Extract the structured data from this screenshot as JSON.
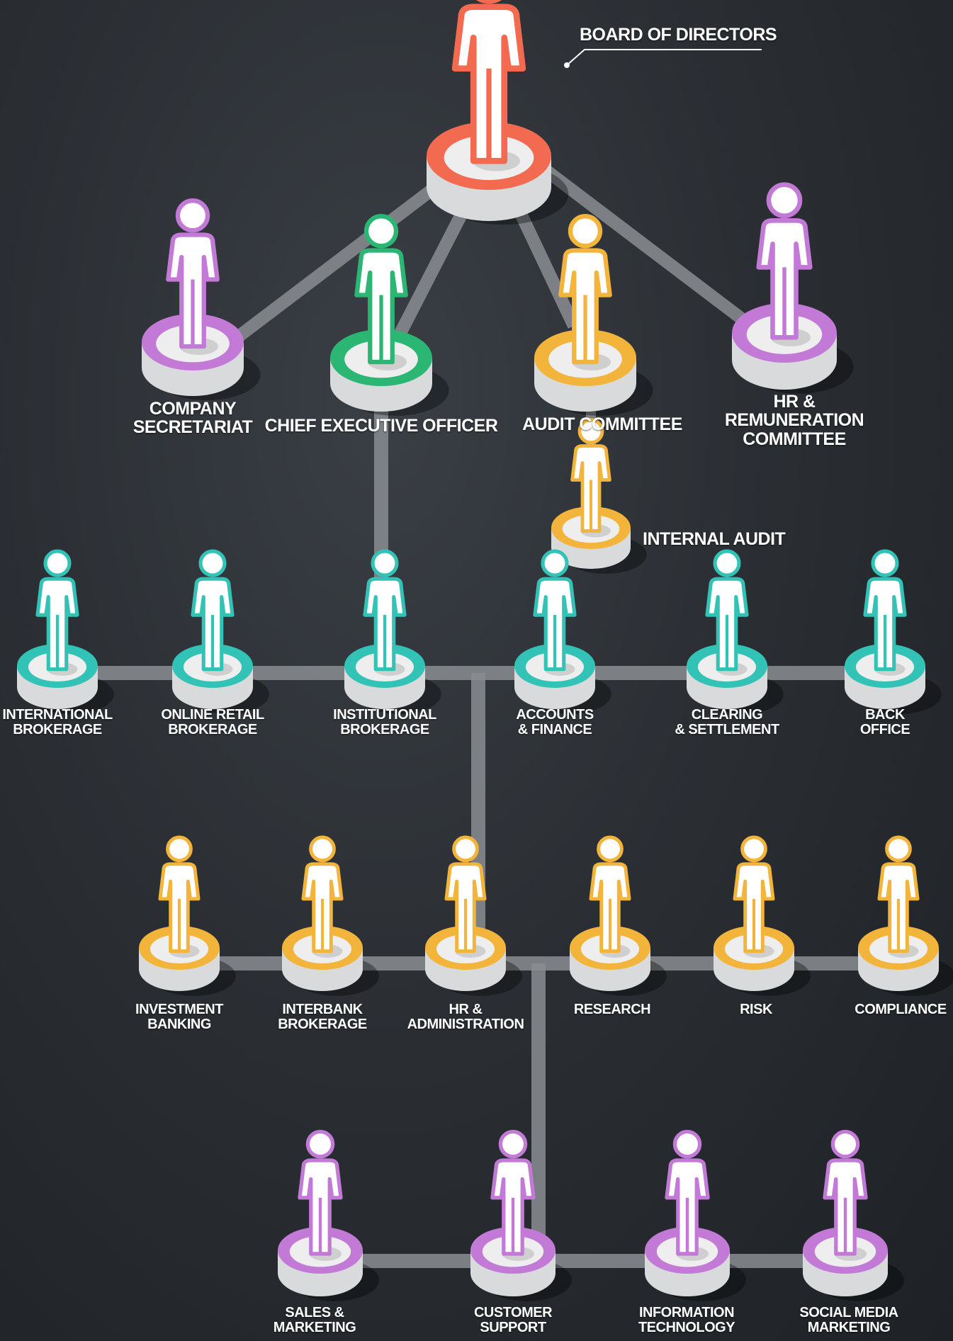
{
  "colors": {
    "red": "#f26a4f",
    "purple": "#c27ad6",
    "green": "#2bb673",
    "gold": "#f2b43a",
    "teal": "#32c2b6",
    "line": "#8a8d91"
  },
  "board": {
    "label": "BOARD OF DIRECTORS"
  },
  "level1": {
    "company_secretariat": "COMPANY\nSECRETARIAT",
    "ceo": "CHIEF EXECUTIVE OFFICER",
    "audit_committee": "AUDIT COMMITTEE",
    "hr_remuneration": "HR & REMUNERATION\nCOMMITTEE",
    "internal_audit": "INTERNAL AUDIT"
  },
  "row_brokerage": [
    "INTERNATIONAL\nBROKERAGE",
    "ONLINE RETAIL\nBROKERAGE",
    "INSTITUTIONAL\nBROKERAGE",
    "ACCOUNTS\n& FINANCE",
    "CLEARING\n& SETTLEMENT",
    "BACK\nOFFICE"
  ],
  "row_support": [
    "INVESTMENT\nBANKING",
    "INTERBANK\nBROKERAGE",
    "HR &\nADMINISTRATION",
    "RESEARCH",
    "RISK",
    "COMPLIANCE"
  ],
  "row_marketing": [
    "SALES &\nMARKETING",
    "CUSTOMER\nSUPPORT",
    "INFORMATION\nTECHNOLOGY",
    "SOCIAL MEDIA\nMARKETING"
  ]
}
